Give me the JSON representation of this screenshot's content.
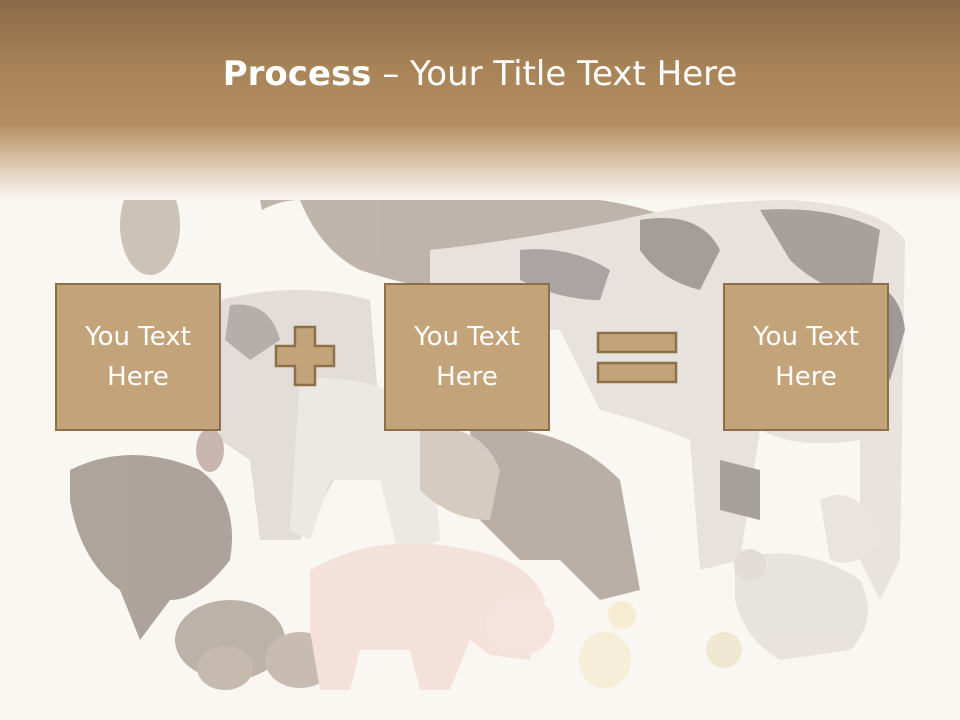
{
  "slide": {
    "title_bold": "Process",
    "title_rest": " – Your Title Text Here",
    "boxes": [
      {
        "text": "You Text Here"
      },
      {
        "text": "You Text Here"
      },
      {
        "text": "You Text Here"
      }
    ],
    "operators": [
      "plus-icon",
      "equals-icon"
    ],
    "colors": {
      "header_top": "#8a6a47",
      "box_fill": "#c3a379",
      "box_border": "#8d7048",
      "background": "#faf6f2"
    }
  }
}
